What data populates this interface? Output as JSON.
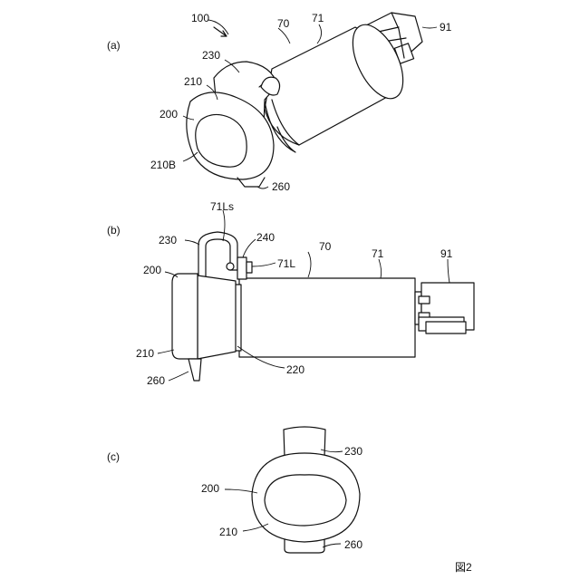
{
  "figure": {
    "caption": "図2",
    "panels": {
      "a": {
        "label": "(a)",
        "refs": {
          "r100": "100",
          "r70": "70",
          "r71": "71",
          "r91": "91",
          "r230": "230",
          "r210": "210",
          "r200": "200",
          "r210B": "210B",
          "r260": "260"
        }
      },
      "b": {
        "label": "(b)",
        "refs": {
          "r71Ls": "71Ls",
          "r230": "230",
          "r240": "240",
          "r70": "70",
          "r71": "71",
          "r91": "91",
          "r71L": "71L",
          "r200": "200",
          "r210": "210",
          "r260": "260",
          "r220": "220"
        }
      },
      "c": {
        "label": "(c)",
        "refs": {
          "r230": "230",
          "r200": "200",
          "r210": "210",
          "r260": "260"
        }
      }
    }
  }
}
